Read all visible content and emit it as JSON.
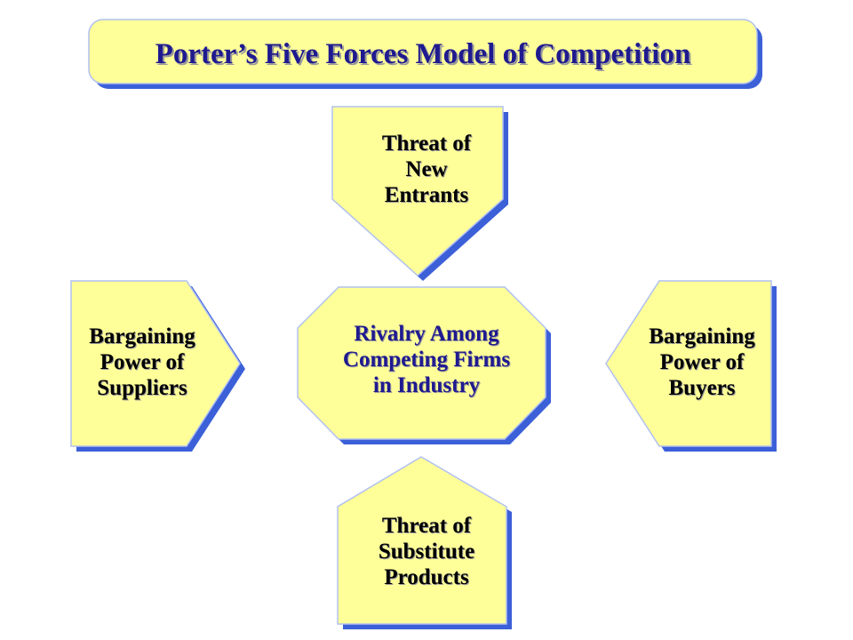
{
  "title": "Porter’s Five Forces Model of Competition",
  "forces": {
    "new_entrants": [
      "Threat of",
      "New",
      "Entrants"
    ],
    "suppliers": [
      "Bargaining",
      "Power of",
      "Suppliers"
    ],
    "rivalry": [
      "Rivalry Among",
      "Competing Firms",
      "in Industry"
    ],
    "buyers": [
      "Bargaining",
      "Power of",
      "Buyers"
    ],
    "substitutes": [
      "Threat of",
      "Substitute",
      "Products"
    ]
  },
  "colors": {
    "fill": "#ffff99",
    "shadow": "#3c60d8",
    "outline": "#b0c0f0",
    "title_text": "#1f1a8f",
    "center_text": "#1f1a8f",
    "box_text": "#000000"
  }
}
